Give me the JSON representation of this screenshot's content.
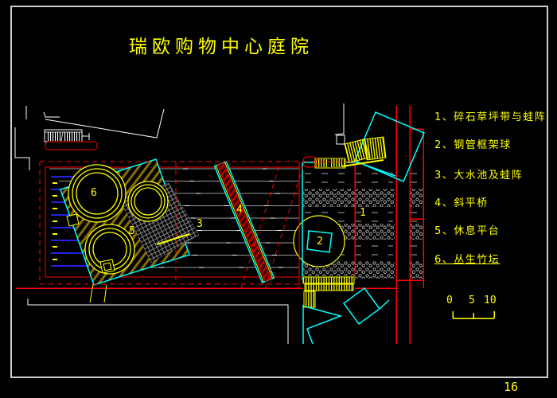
{
  "title": "瑞欧购物中心庭院",
  "page_number": "16",
  "legend": {
    "items": [
      "1、碎石草坪带与蛙阵",
      "2、钢管框架球",
      "3、大水池及蛙阵",
      "4、斜平桥",
      "5、休息平台",
      "6、丛生竹坛"
    ]
  },
  "plan_labels": {
    "area1": "1",
    "area2": "2",
    "area3": "3",
    "area4": "4",
    "area5": "5",
    "area6": "6"
  },
  "scale_bar": {
    "labels": [
      "0",
      "5",
      "10"
    ]
  },
  "colors": {
    "background": "#000000",
    "drawing_yellow": "#FFFF00",
    "drawing_red": "#FF0000",
    "drawing_cyan": "#00FFFF",
    "drawing_blue": "#2222E6",
    "drawing_gray": "#9A9A9A",
    "drawing_white": "#FFFFFF",
    "hatch_olive": "#8A6D00",
    "sheet_border": "#CCCCCC"
  }
}
